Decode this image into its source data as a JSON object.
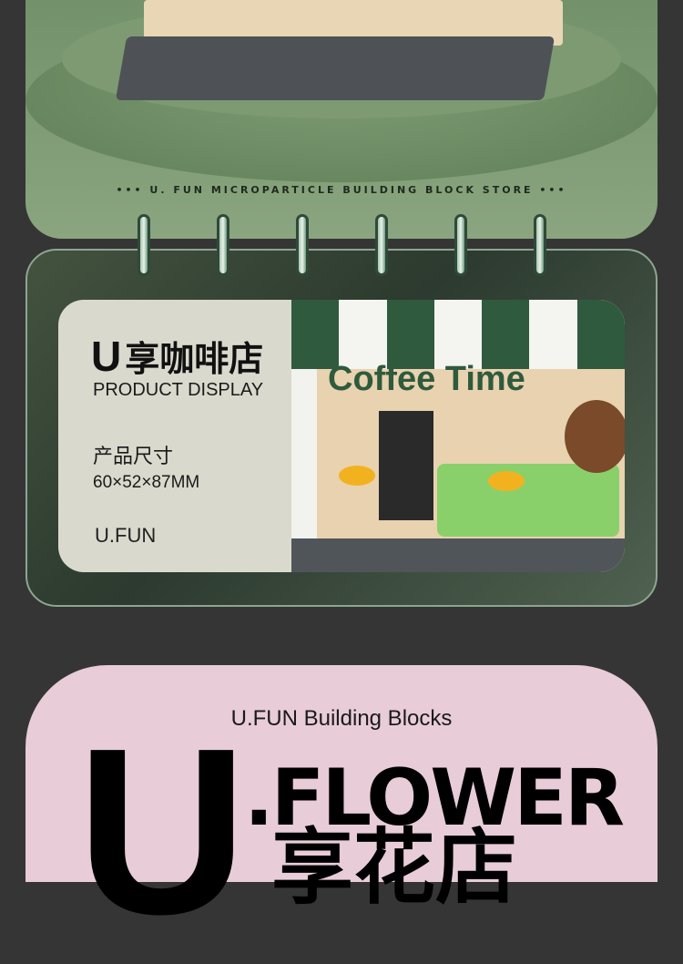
{
  "top_banner": {
    "tagline": "••• U. FUN MICROPARTICLE BUILDING BLOCK STORE •••"
  },
  "product_card": {
    "title_letter": "U",
    "title_cn": "享咖啡店",
    "subtitle": "PRODUCT DISPLAY",
    "size_label": "产品尺寸",
    "size_value": "60×52×87MM",
    "brand": "U.FUN",
    "sign_text": "Coffee Time"
  },
  "next_section": {
    "subtitle": "U.FUN Building Blocks",
    "big_letter": "U",
    "headline": ".FLOWER",
    "headline_cn": "享花店"
  },
  "colors": {
    "green": "#7d9a73",
    "awning": "#2f5a3d",
    "card": "#d9d9cd",
    "pink": "#e8ccd8"
  }
}
